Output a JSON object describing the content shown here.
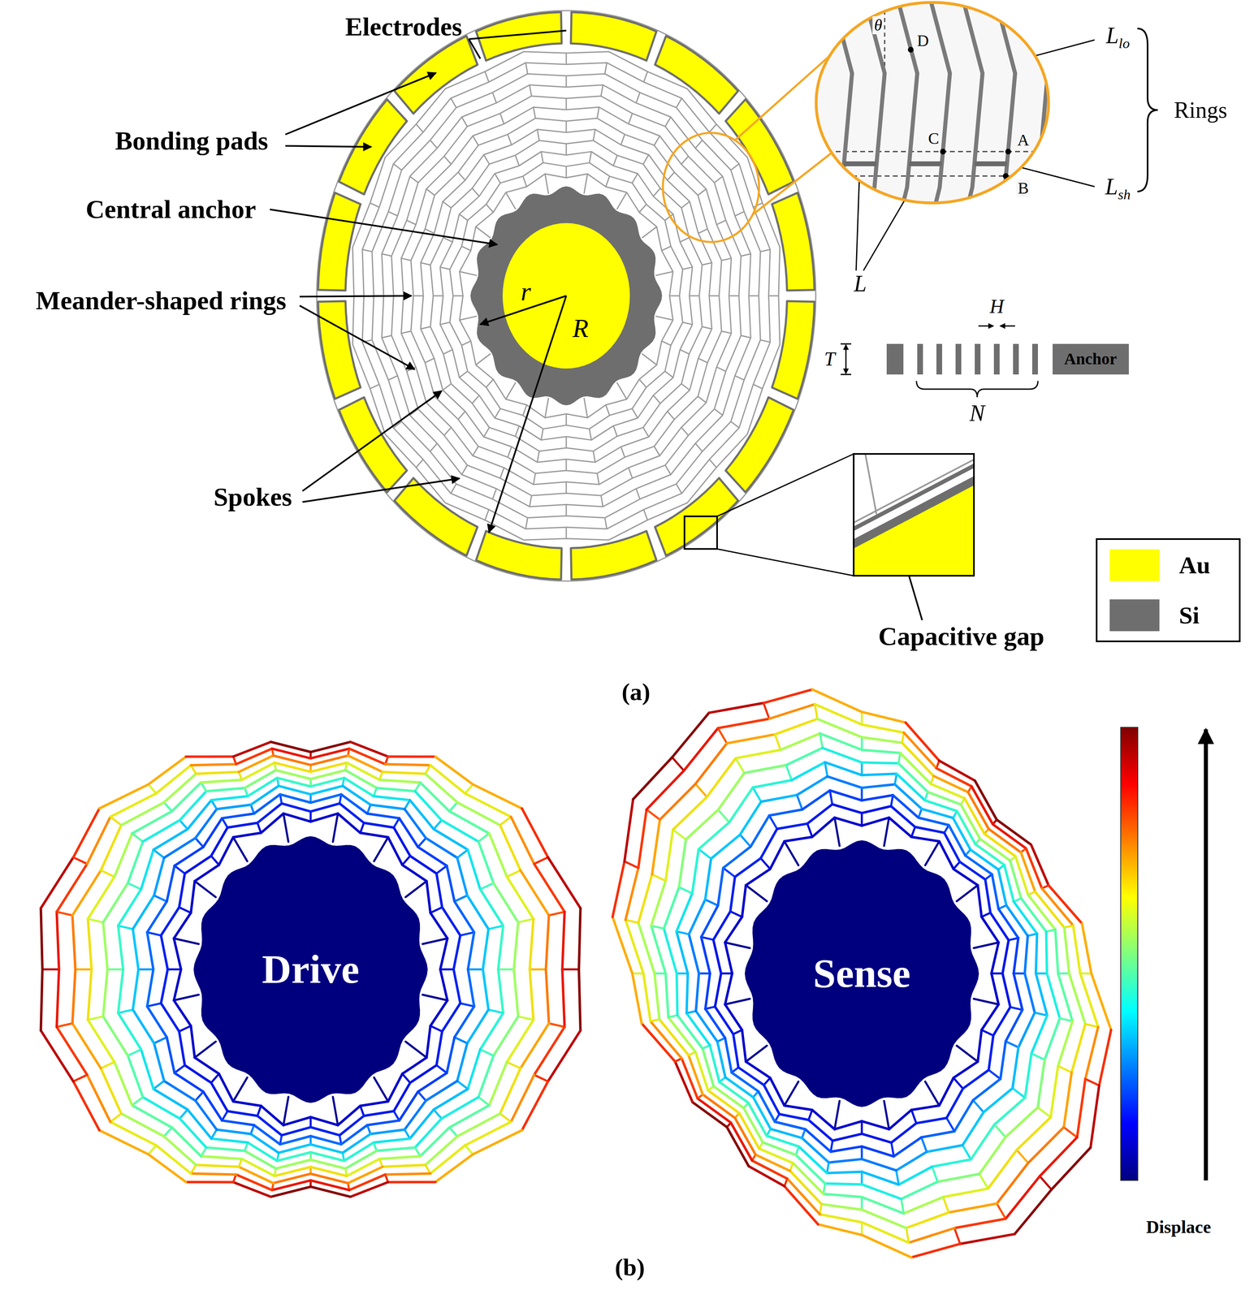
{
  "diagram": {
    "nodes": [
      {
        "text": [
          "Anchor"
        ]
      },
      {
        "text": [
          "Drive"
        ]
      },
      {
        "text": [
          "Sense"
        ]
      }
    ],
    "labels": [
      "Electrodes",
      "Bonding pads",
      "Central anchor",
      "Meander-shaped rings",
      "Spokes",
      "r",
      "R",
      "θ",
      "D",
      "Llo",
      "Rings",
      "C",
      "A",
      "B",
      "Lsh",
      "L",
      "H",
      "T",
      "N",
      "Capacitive gap",
      "(a)",
      "(b)",
      "Displace"
    ],
    "legend": [
      {
        "text": "Au",
        "color": "#ffff00"
      },
      {
        "text": "Si",
        "color": "#6e6e6e"
      }
    ]
  }
}
